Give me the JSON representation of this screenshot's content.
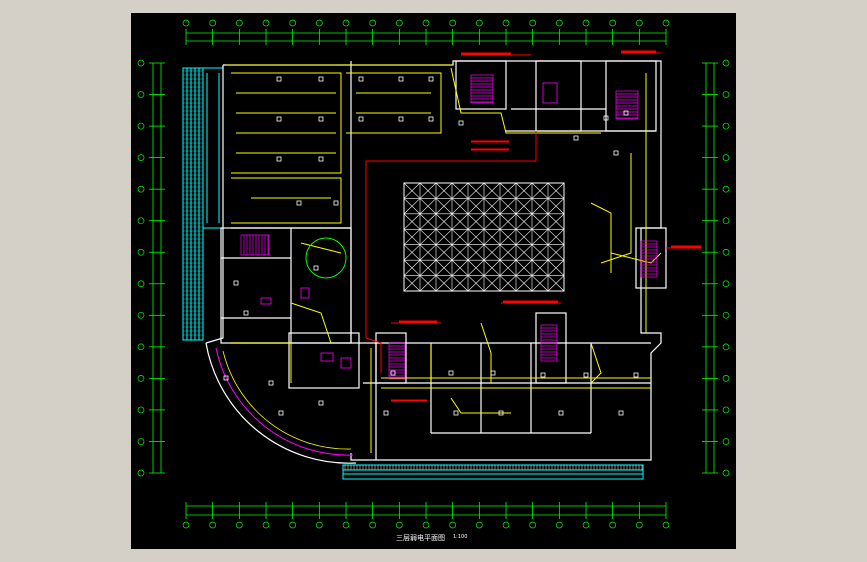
{
  "drawing": {
    "title": "三层弱电平面图",
    "scale": "1:100"
  },
  "colors": {
    "background": "#000000",
    "frame": "#d4d0c8",
    "wall": "#ffffff",
    "grid": "#00ff00",
    "cable": "#ffff00",
    "trunk": "#ff0000",
    "glass": "#00ffff",
    "furniture": "#ff00ff"
  },
  "grid_columns": 18,
  "grid_rows": 13
}
